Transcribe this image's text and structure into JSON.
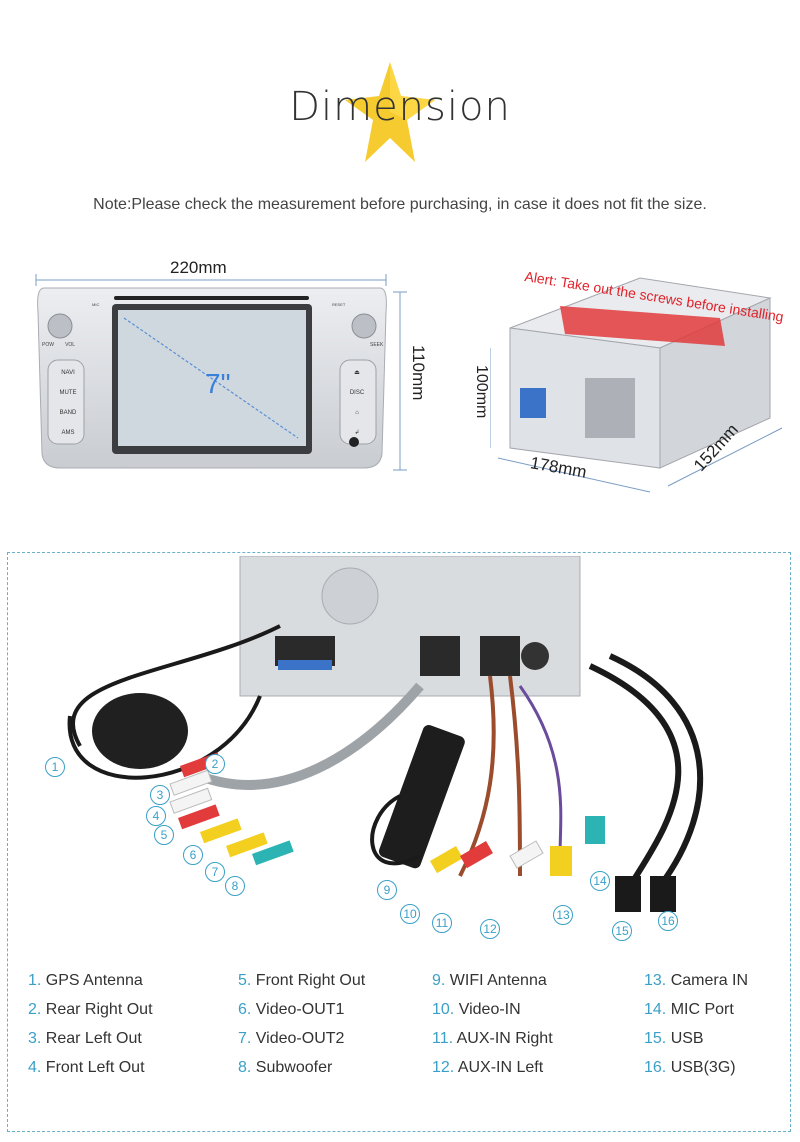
{
  "header": {
    "title": "Dimension",
    "note": "Note:Please check the measurement before purchasing, in case it does not fit the size."
  },
  "front_unit": {
    "width_label": "220mm",
    "height_label": "110mm",
    "screen_size": "7\"",
    "buttons_left": [
      "NAVI",
      "MUTE",
      "BAND",
      "AMS"
    ],
    "buttons_right": [
      "⏏",
      "DISC",
      "⌂",
      "↲"
    ],
    "knob_left_labels": [
      "POW",
      "VOL"
    ],
    "knob_right_label": "SEEK",
    "top_labels": [
      "MIC",
      "RESET"
    ]
  },
  "side_unit": {
    "alert": "Alert: Take out the screws before installing",
    "depth_label": "178mm",
    "height_label": "100mm",
    "width_label": "152mm"
  },
  "wiring": {
    "callouts": [
      "1",
      "2",
      "3",
      "4",
      "5",
      "6",
      "7",
      "8",
      "9",
      "10",
      "11",
      "12",
      "13",
      "14",
      "15",
      "16"
    ]
  },
  "legend": {
    "columns": [
      [
        {
          "num": "1.",
          "label": "GPS Antenna"
        },
        {
          "num": "2.",
          "label": "Rear Right Out"
        },
        {
          "num": "3.",
          "label": "Rear Left Out"
        },
        {
          "num": "4.",
          "label": "Front Left Out"
        }
      ],
      [
        {
          "num": "5.",
          "label": "Front Right Out"
        },
        {
          "num": "6.",
          "label": "Video-OUT1"
        },
        {
          "num": "7.",
          "label": "Video-OUT2"
        },
        {
          "num": "8.",
          "label": "Subwoofer"
        }
      ],
      [
        {
          "num": "9.",
          "label": "WIFI Antenna"
        },
        {
          "num": "10.",
          "label": "Video-IN"
        },
        {
          "num": "11.",
          "label": "AUX-IN Right"
        },
        {
          "num": "12.",
          "label": "AUX-IN Left"
        }
      ],
      [
        {
          "num": "13.",
          "label": "Camera IN"
        },
        {
          "num": "14.",
          "label": "MIC Port"
        },
        {
          "num": "15.",
          "label": "USB"
        },
        {
          "num": "16.",
          "label": "USB(3G)"
        }
      ]
    ]
  },
  "colors": {
    "accent": "#3aa0c8",
    "alert": "#e0222a",
    "star": "#f5c518",
    "silver": "#d4d6da"
  }
}
